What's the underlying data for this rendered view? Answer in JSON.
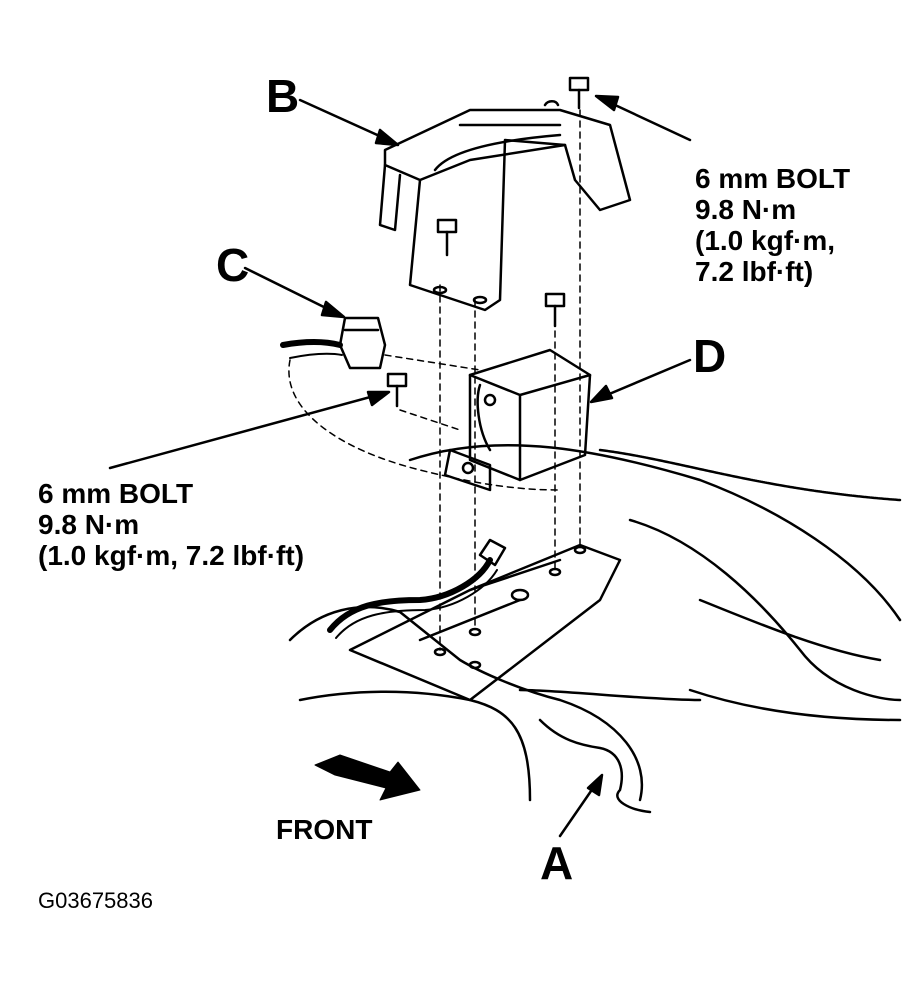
{
  "labels": {
    "a": "A",
    "b": "B",
    "c": "C",
    "d": "D"
  },
  "bolt_spec_upper": {
    "line1": "6 mm BOLT",
    "line2": "9.8 N·m",
    "line3": "(1.0 kgf·m,",
    "line4": "7.2 lbf·ft)"
  },
  "bolt_spec_lower": {
    "line1": "6 mm BOLT",
    "line2": "9.8 N·m",
    "line3": "(1.0 kgf·m, 7.2 lbf·ft)"
  },
  "front_label": "FRONT",
  "figure_code": "G03675836"
}
